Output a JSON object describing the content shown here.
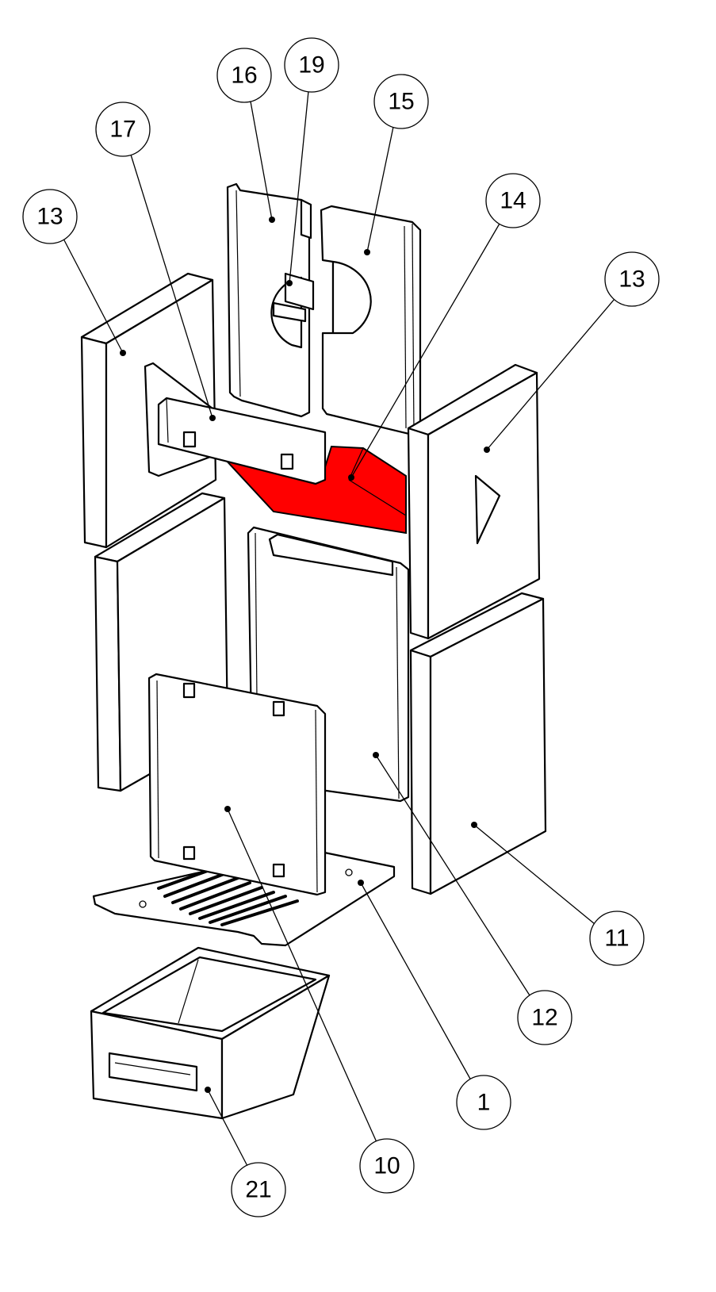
{
  "diagram": {
    "title": "Exploded view of firebox lining parts",
    "highlight_color": "#ff0000",
    "callouts": [
      {
        "id": "16",
        "label": "16"
      },
      {
        "id": "19",
        "label": "19"
      },
      {
        "id": "15",
        "label": "15"
      },
      {
        "id": "17",
        "label": "17"
      },
      {
        "id": "14",
        "label": "14"
      },
      {
        "id": "13a",
        "label": "13"
      },
      {
        "id": "13b",
        "label": "13"
      },
      {
        "id": "11",
        "label": "11"
      },
      {
        "id": "12",
        "label": "12"
      },
      {
        "id": "1",
        "label": "1"
      },
      {
        "id": "10",
        "label": "10"
      },
      {
        "id": "21",
        "label": "21"
      }
    ]
  }
}
